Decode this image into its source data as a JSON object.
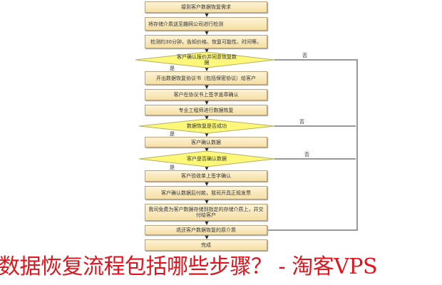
{
  "flowchart": {
    "steps": [
      "接到客户数据恢复需求",
      "将存储介质送至趣网公司进行检测",
      "检测约30分钟，告知价格、恢复可能性、时间等。",
      "客户确认报价并同意恢复数据",
      "开出数据恢复协议书（包括保密协议）给客户",
      "客户在协议书上签字盖章确认",
      "专业工程师进行数据恢复",
      "数据恢复是否成功",
      "客户确认数据",
      "客户是否确认数据",
      "客户验收单上签字确认",
      "客户确认数据后付款，我司开具正规发票",
      "我司免费为客户数据存储到指定的存储介质上，并交付给客户",
      "退还客户数据恢复的原介质",
      "完成"
    ],
    "yes_label": "是",
    "no_label": "否"
  },
  "overlay_title": "数据恢复流程包括哪些步骤？ - 淘客VPS"
}
